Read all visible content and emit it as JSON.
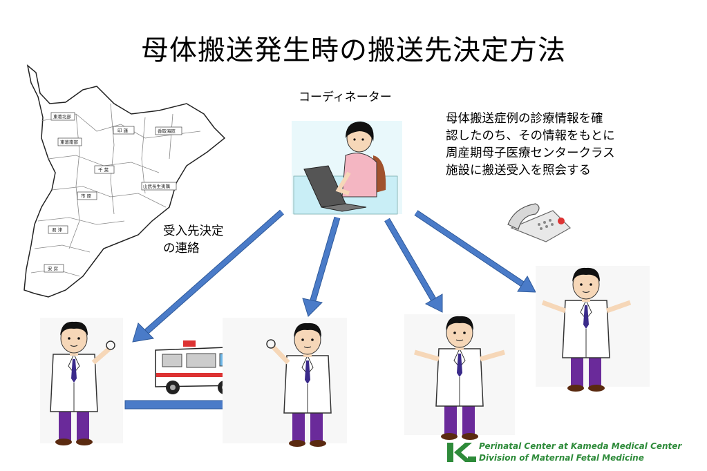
{
  "title": "母体搬送発生時の搬送先決定方法",
  "coordinator_label": "コーディネーター",
  "description_lines": [
    "母体搬送症例の診療情報を確",
    "認したのち、その情報をもとに",
    "周産期母子医療センタークラス",
    "施設に搬送受入を照会する"
  ],
  "notify_lines": [
    "受入先決定",
    "の連絡"
  ],
  "map_labels": [
    "東葛北部",
    "東葛南部",
    "印 旛",
    "香取海匝",
    "千 葉",
    "山武長生夷隅",
    "市 原",
    "君 津",
    "安 房"
  ],
  "footer": {
    "line1": "Perinatal Center at Kameda Medical Center",
    "line2": "Division of Maternal Fetal Medicine",
    "logo_letter": "K"
  },
  "colors": {
    "arrow": "#4a7bc8",
    "arrow_stroke": "#2f5a9a",
    "footer_green": "#2e8b3a",
    "coat": "#ffffff",
    "pants": "#6a2a9a"
  }
}
